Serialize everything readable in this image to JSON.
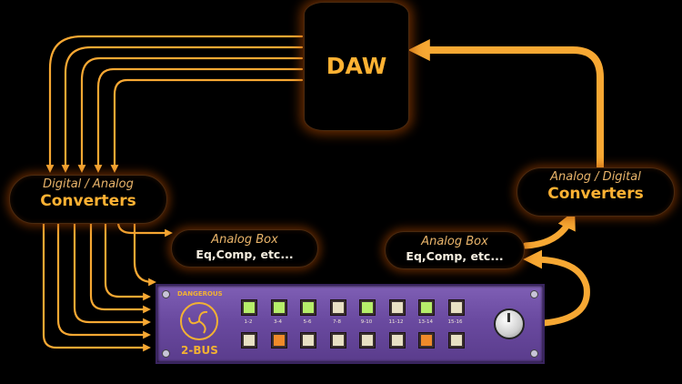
{
  "daw": {
    "label": "DAW"
  },
  "converters_left": {
    "line1": "Digital / Analog",
    "line2": "Converters"
  },
  "converters_right": {
    "line1": "Analog / Digital",
    "line2": "Converters"
  },
  "analog_box_left": {
    "line1": "Analog Box",
    "line2": "Eq,Comp, etc..."
  },
  "analog_box_right": {
    "line1": "Analog Box",
    "line2": "Eq,Comp, etc..."
  },
  "summing_unit": {
    "brand": "DANGEROUS",
    "name": "2-BUS",
    "top_labels": [
      "1-2",
      "3-4",
      "5-6",
      "7-8",
      "9-10",
      "11-12",
      "13-14",
      "15-16"
    ],
    "top_states": [
      "green",
      "green",
      "green",
      "off",
      "green",
      "off",
      "green",
      "off"
    ],
    "bottom_states": [
      "off",
      "orange",
      "off",
      "off",
      "off",
      "off",
      "orange",
      "off"
    ]
  },
  "colors": {
    "arrow": "#f7a833",
    "glow": "#a84600",
    "unit_panel": "#6f50a8"
  }
}
